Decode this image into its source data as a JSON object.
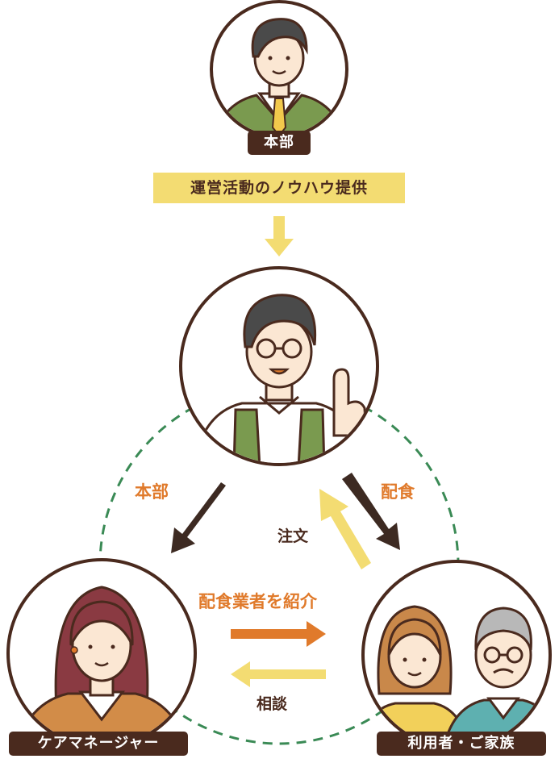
{
  "nodes": {
    "hq_top": {
      "label": "本部"
    },
    "care_manager": {
      "label": "ケアマネージャー"
    },
    "users_family": {
      "label": "利用者・ご家族"
    }
  },
  "banner": {
    "text": "運営活動のノウハウ提供"
  },
  "edges": {
    "hq_side": "本部",
    "delivery": "配食",
    "order": "注文",
    "introduce": "配食業者を紹介",
    "consult": "相談"
  },
  "colors": {
    "brown": "#4a2a1e",
    "green_dashed": "#3a8a55",
    "yellow": "#f3dc72",
    "orange": "#e07a2b",
    "skin": "#fbe7d3",
    "hair_dark": "#4a4a4a",
    "apron_green": "#7a9a4f"
  }
}
